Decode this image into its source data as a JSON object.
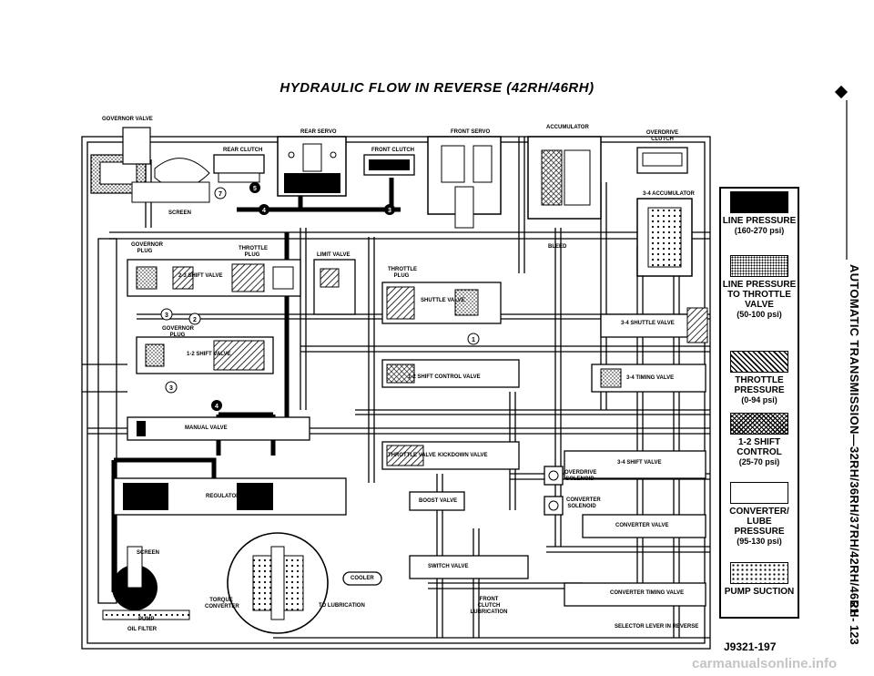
{
  "title": "HYDRAULIC FLOW IN REVERSE (42RH/46RH)",
  "side_title": "AUTOMATIC TRANSMISSION—32RH/36RH/37RH/42RH/46RH",
  "page_number": "21 - 123",
  "figure_code": "J9321-197",
  "watermark": "carmanualsonline.info",
  "legend": [
    {
      "label": "LINE PRESSURE",
      "range": "(160-270 psi)",
      "pattern": "solid-black"
    },
    {
      "label": "LINE PRESSURE TO THROTTLE VALVE",
      "range": "(50-100 psi)",
      "pattern": "stipple"
    },
    {
      "label": "THROTTLE PRESSURE",
      "range": "(0-94 psi)",
      "pattern": "diagonal-hatch"
    },
    {
      "label": "1-2 SHIFT CONTROL",
      "range": "(25-70 psi)",
      "pattern": "cross-hatch"
    },
    {
      "label": "CONVERTER/ LUBE PRESSURE",
      "range": "(95-130 psi)",
      "pattern": "white"
    },
    {
      "label": "PUMP SUCTION",
      "range": "",
      "pattern": "dots"
    }
  ],
  "labels": {
    "governor_valve": "GOVERNOR VALVE",
    "rear_servo": "REAR SERVO",
    "rear_clutch": "REAR CLUTCH",
    "front_clutch": "FRONT CLUTCH",
    "front_servo": "FRONT SERVO",
    "accumulator": "ACCUMULATOR",
    "overdrive_clutch": "OVERDRIVE CLUTCH",
    "accumulator_34": "3-4 ACCUMULATOR",
    "screen_top": "SCREEN",
    "governor_plug": "GOVERNOR PLUG",
    "throttle_plug": "THROTTLE PLUG",
    "limit_valve": "LIMIT VALVE",
    "shift_valve_23": "2-3 SHIFT VALVE",
    "throttle_plug_2": "THROTTLE PLUG",
    "shuttle_valve": "SHUTTLE VALVE",
    "bleed": "BLEED",
    "shuttle_valve_34": "3-4 SHUTTLE VALVE",
    "governor_plug_2": "GOVERNOR PLUG",
    "shift_valve_12": "1-2 SHIFT VALVE",
    "shift_control_valve_12": "1-2 SHIFT CONTROL VALVE",
    "timing_valve_34": "3-4 TIMING VALVE",
    "manual_valve": "MANUAL VALVE",
    "throttle_valve": "THROTTLE VALVE",
    "kickdown_valve": "KICKDOWN VALVE",
    "shift_valve_34": "3-4 SHIFT VALVE",
    "overdrive_solenoid": "OVERDRIVE SOLENOID",
    "regulator_valve": "REGULATOR VALVE",
    "boost_valve": "BOOST VALVE",
    "converter_solenoid": "CONVERTER SOLENOID",
    "converter_valve": "CONVERTER VALVE",
    "screen_bottom": "SCREEN",
    "switch_valve": "SWITCH VALVE",
    "cooler": "COOLER",
    "torque_converter": "TORQUE CONVERTER",
    "to_lubrication": "TO LUBRICATION",
    "front_clutch_lubrication": "FRONT CLUTCH LUBRICATION",
    "converter_timing_valve": "CONVERTER TIMING VALVE",
    "pump": "PUMP",
    "oil_filter": "OIL FILTER",
    "selector_lever": "SELECTOR LEVER IN REVERSE"
  },
  "circle_numbers": [
    "7",
    "5",
    "4",
    "3",
    "2",
    "3",
    "1",
    "3",
    "4"
  ]
}
